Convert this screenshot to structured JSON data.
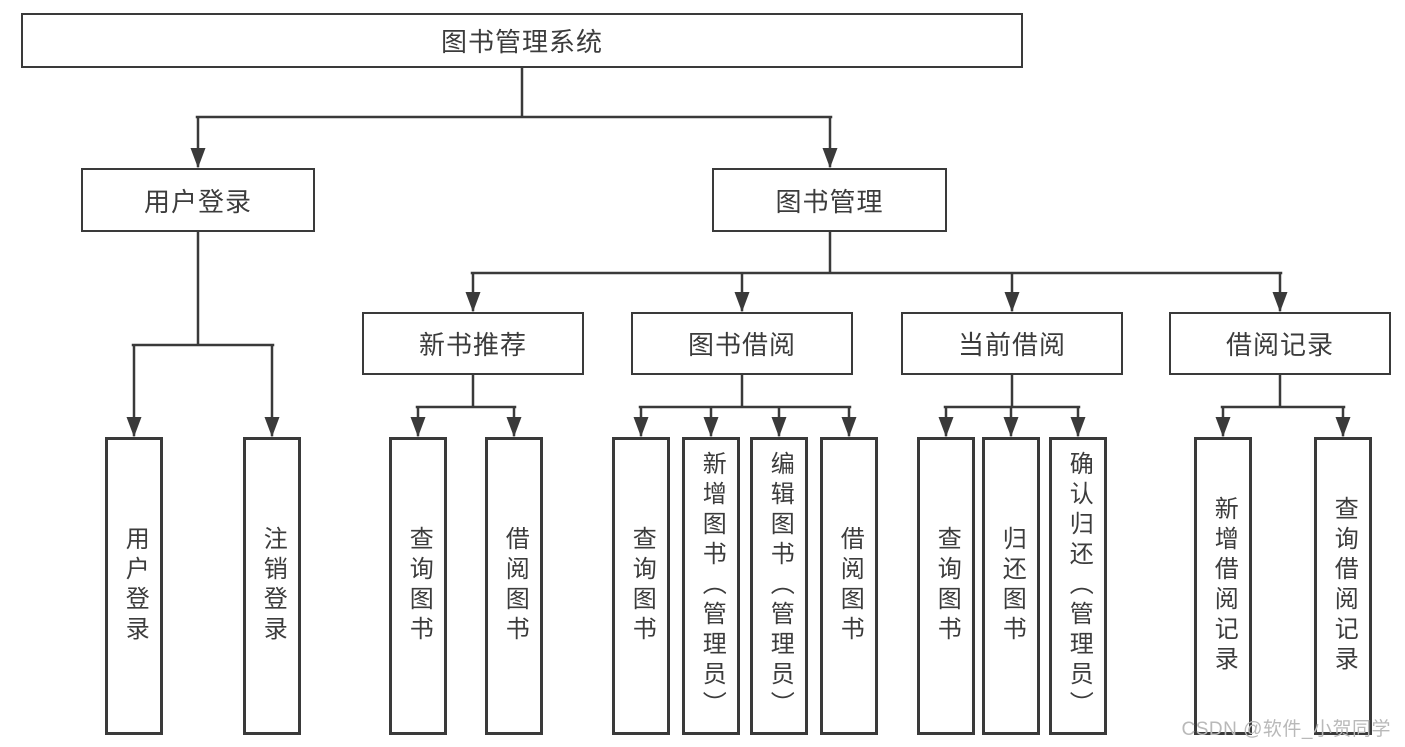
{
  "diagram": {
    "root": {
      "label": "图书管理系统"
    },
    "level2": [
      {
        "label": "用户登录"
      },
      {
        "label": "图书管理"
      }
    ],
    "level3": [
      {
        "label": "新书推荐"
      },
      {
        "label": "图书借阅"
      },
      {
        "label": "当前借阅"
      },
      {
        "label": "借阅记录"
      }
    ],
    "leaves": {
      "user_login": [
        "用户登录",
        "注销登录"
      ],
      "new_book": [
        "查询图书",
        "借阅图书"
      ],
      "borrow": [
        "查询图书",
        "新增图书（管理员）",
        "编辑图书（管理员）",
        "借阅图书"
      ],
      "current": [
        "查询图书",
        "归还图书",
        "确认归还（管理员）"
      ],
      "records": [
        "新增借阅记录",
        "查询借阅记录"
      ]
    },
    "line_color": "#3a3a3a",
    "watermark": "CSDN @软件_小贺同学"
  }
}
